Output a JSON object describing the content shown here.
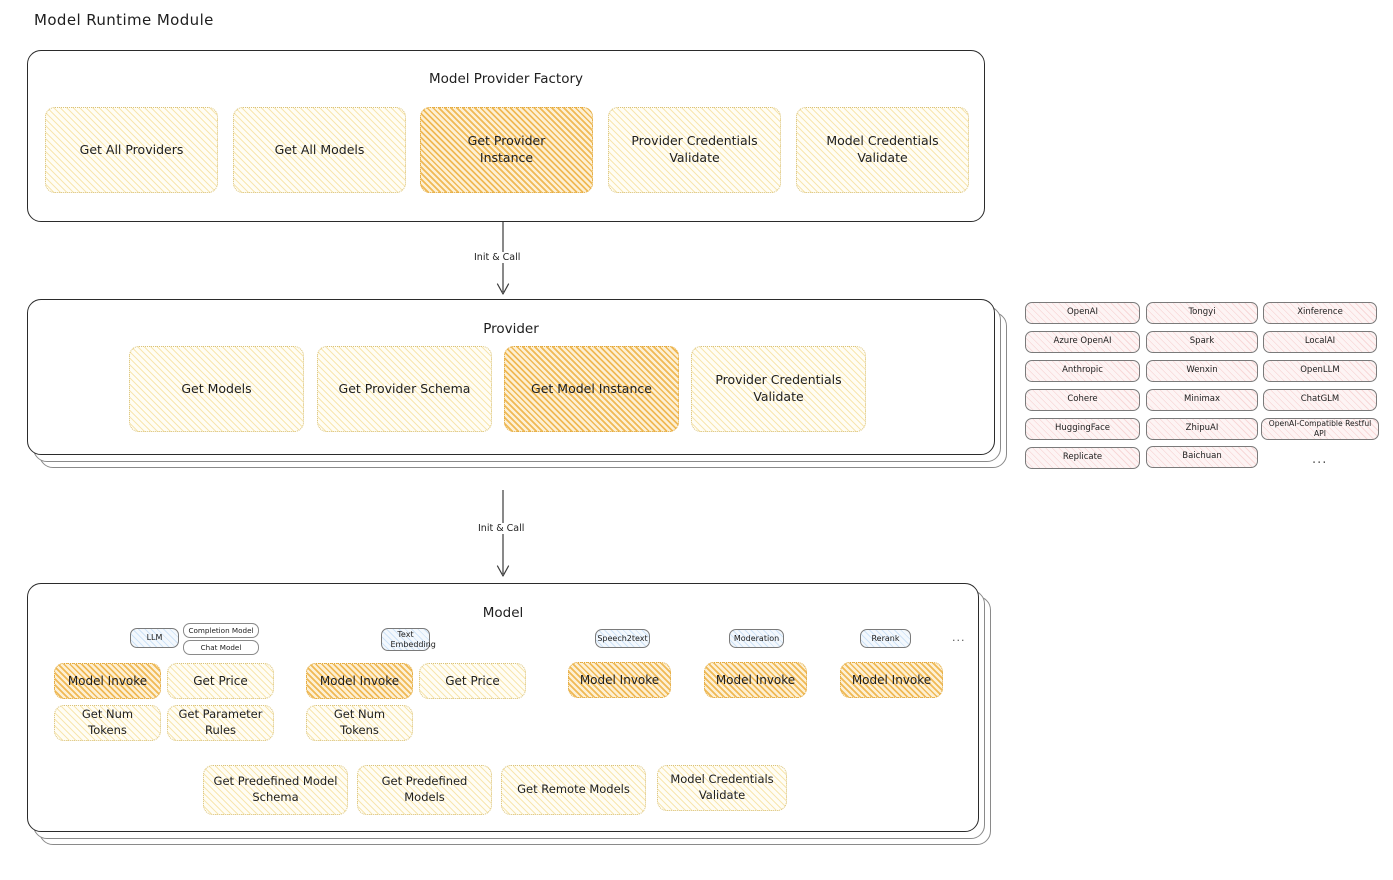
{
  "title": "Model Runtime Module",
  "factory": {
    "title": "Model Provider Factory",
    "boxes": [
      {
        "label": "Get All Providers",
        "highlight": false
      },
      {
        "label": "Get All Models",
        "highlight": false
      },
      {
        "label": "Get Provider Instance",
        "highlight": true
      },
      {
        "label": "Provider Credentials Validate",
        "highlight": false
      },
      {
        "label": "Model Credentials Validate",
        "highlight": false
      }
    ]
  },
  "arrows": [
    {
      "label": "Init & Call"
    },
    {
      "label": "Init & Call"
    }
  ],
  "provider": {
    "title": "Provider",
    "boxes": [
      {
        "label": "Get Models",
        "highlight": false
      },
      {
        "label": "Get Provider Schema",
        "highlight": false
      },
      {
        "label": "Get Model Instance",
        "highlight": true
      },
      {
        "label": "Provider Credentials Validate",
        "highlight": false
      }
    ]
  },
  "provider_list": {
    "columns": [
      [
        "OpenAI",
        "Azure OpenAI",
        "Anthropic",
        "Cohere",
        "HuggingFace",
        "Replicate"
      ],
      [
        "Tongyi",
        "Spark",
        "Wenxin",
        "Minimax",
        "ZhipuAI",
        "Baichuan"
      ],
      [
        "Xinference",
        "LocalAI",
        "OpenLLM",
        "ChatGLM",
        "OpenAI-Compatible Restful API"
      ]
    ],
    "more": "..."
  },
  "model": {
    "title": "Model",
    "more": "...",
    "types": [
      {
        "tag": "LLM",
        "subtags": [
          "Completion Model",
          "Chat Model"
        ],
        "boxes": [
          {
            "label": "Model Invoke",
            "highlight": true
          },
          {
            "label": "Get Price",
            "highlight": false
          },
          {
            "label": "Get Num Tokens",
            "highlight": false
          },
          {
            "label": "Get Parameter Rules",
            "highlight": false
          }
        ]
      },
      {
        "tag": "Text Embedding",
        "subtags": [],
        "boxes": [
          {
            "label": "Model Invoke",
            "highlight": true
          },
          {
            "label": "Get Price",
            "highlight": false
          },
          {
            "label": "Get Num Tokens",
            "highlight": false
          }
        ]
      },
      {
        "tag": "Speech2text",
        "subtags": [],
        "boxes": [
          {
            "label": "Model Invoke",
            "highlight": true
          }
        ]
      },
      {
        "tag": "Moderation",
        "subtags": [],
        "boxes": [
          {
            "label": "Model Invoke",
            "highlight": true
          }
        ]
      },
      {
        "tag": "Rerank",
        "subtags": [],
        "boxes": [
          {
            "label": "Model Invoke",
            "highlight": true
          }
        ]
      }
    ],
    "common_boxes": [
      {
        "label": "Get Predefined Model Schema"
      },
      {
        "label": "Get Predefined Models"
      },
      {
        "label": "Get Remote Models"
      },
      {
        "label": "Model Credentials Validate"
      }
    ]
  },
  "colors": {
    "highlight_fill": "#f0b955",
    "light_fill": "#f8e6b0",
    "provider_chip": "#f8d8d8",
    "tag_blue": "#cfe3f7",
    "stroke": "#2b2b2b"
  }
}
